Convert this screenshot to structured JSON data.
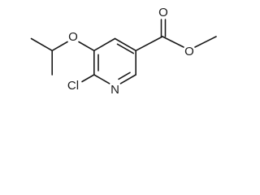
{
  "atoms": {
    "oxygen_carbonyl": "O",
    "oxygen_ester": "O",
    "oxygen_ether": "O",
    "nitrogen_ring": "N",
    "chlorine": "Cl"
  }
}
